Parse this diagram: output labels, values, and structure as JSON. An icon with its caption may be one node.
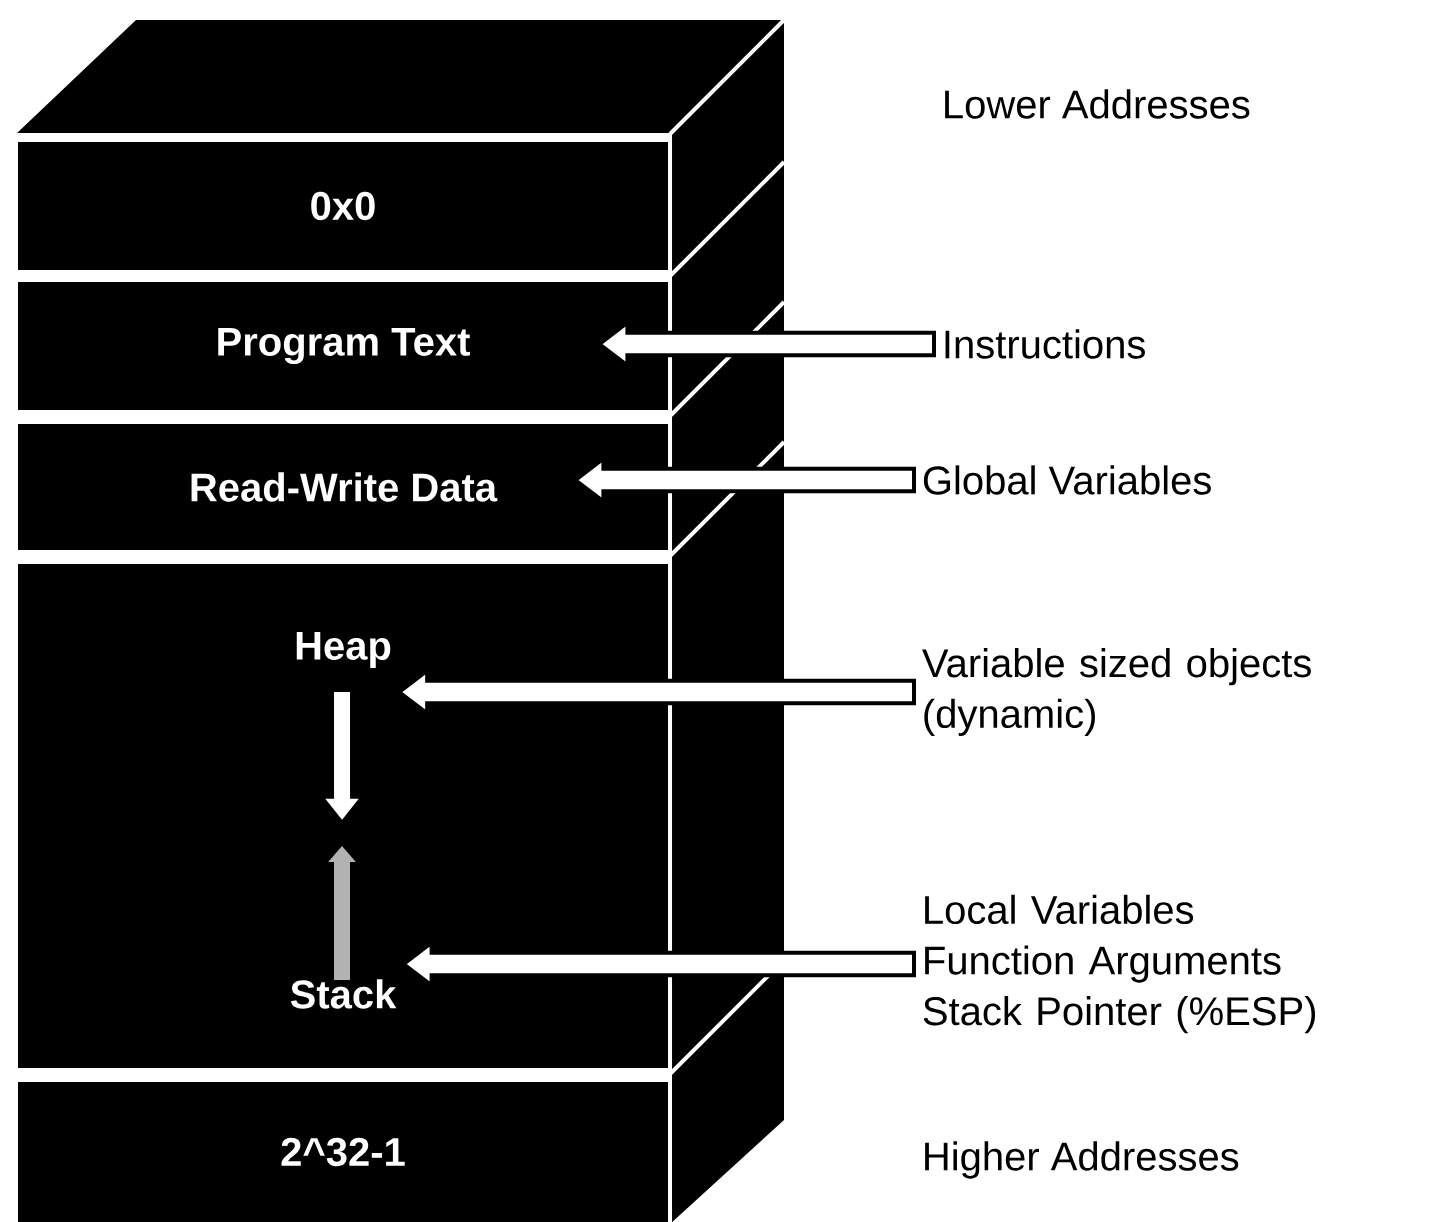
{
  "diagram": {
    "nodes": [
      {
        "text": [
          "0x0"
        ]
      },
      {
        "text": [
          "Program Text"
        ]
      },
      {
        "text": [
          "Read-Write Data"
        ]
      },
      {
        "text": [],
        "shape": "box"
      },
      {
        "text": [
          "Heap"
        ],
        "in": 3
      },
      {
        "text": [
          "Stack"
        ],
        "in": 3
      },
      {
        "text": [
          "2^32-1"
        ]
      },
      {
        "text": [
          "Instructions"
        ]
      },
      {
        "text": [
          "Global Variables"
        ]
      },
      {
        "text": [
          "Variable sized objects (dynamic)"
        ]
      },
      {
        "text": [
          "Local Variables Function Arguments Stack Pointer (%ESP)"
        ]
      }
    ],
    "edges": [
      {
        "from": 7,
        "to": 1,
        "arrow": "to"
      },
      {
        "from": 8,
        "to": 2,
        "arrow": "to"
      },
      {
        "from": 9,
        "to": 4,
        "arrow": "to"
      },
      {
        "from": 10,
        "to": 5,
        "arrow": "to"
      }
    ],
    "labels": [
      "Lower Addresses",
      "Higher Addresses"
    ]
  }
}
